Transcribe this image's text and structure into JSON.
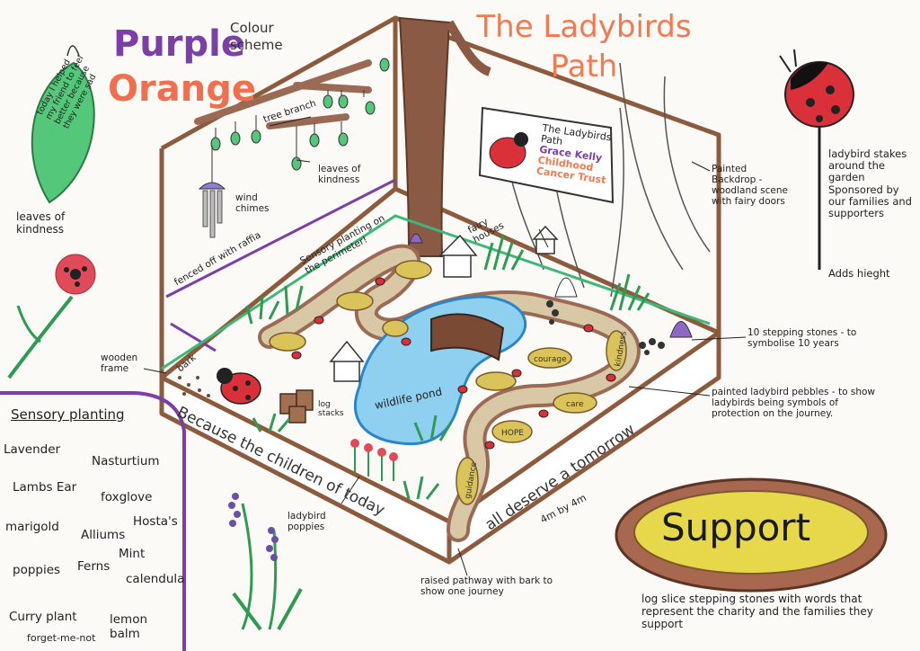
{
  "title": "The Ladybirds Path",
  "colour_scheme": {
    "purple": "Purple",
    "orange": "Orange",
    "label": "Colour scheme"
  },
  "sign": {
    "line1": "The Ladybirds",
    "line2": "Path",
    "line3": "Grace Kelly",
    "line4": "Childhood",
    "line5": "Cancer Trust"
  },
  "leaf_tag": {
    "line1": "today I helped",
    "line2": "my friend to feel",
    "line3": "better because",
    "line4": "they were sad"
  },
  "annotations": {
    "tree_branch": "tree branch",
    "leaves_of_kindness_centre": "leaves of kindness",
    "wind_chimes": "wind chimes",
    "leaves_of_kindness_left": "leaves of kindness",
    "fenced_rattia": "fenced off with raffia",
    "sensory_perimeter": "Sensory planting on the perimeter!",
    "fairy_houses": "fairy houses",
    "painted_backdrop": "Painted Backdrop - woodland scene with fairy doors",
    "ladybird_stakes": "ladybird stakes around the garden Sponsored by our families and supporters",
    "adds_height": "Adds hieght",
    "wooden_frame": "wooden frame",
    "bark": "bark",
    "log_stacks": "log stacks",
    "wildlife_pond": "wildlife pond",
    "stepping_stones": "10 stepping stones - to symbolise 10 years",
    "painted_pebbles": "painted ladybird pebbles - to show ladybirds being symbols of protection on the journey.",
    "ladybird_poppies": "ladybird poppies",
    "raised_pathway": "raised pathway with bark to show one journey",
    "dimensions": "4m by 4m",
    "log_slice": "log slice stepping stones with words that represent the charity and the families they support"
  },
  "stones": {
    "courage": "courage",
    "kindness": "kindness",
    "care": "care",
    "hope": "HOPE",
    "guidance": "guidance"
  },
  "frame_text": {
    "left": "Because the children of today",
    "right": "all deserve a tomorrow"
  },
  "support": "Support",
  "sensory_planting": {
    "title": "Sensory planting",
    "items": [
      "Lavender",
      "Nasturtium",
      "Lambs Ear",
      "foxglove",
      "marigold",
      "Alliums",
      "Hosta's",
      "Mint",
      "poppies",
      "Ferns",
      "calendula",
      "Curry plant",
      "lemon balm",
      "forget-me-not"
    ]
  },
  "colors": {
    "frame": "#8c5a3c",
    "orange": "#f07a52",
    "purple": "#7b3fa5",
    "pond": "#8fd0f0",
    "grass": "#3cb878",
    "ladybird": "#d9303a"
  }
}
